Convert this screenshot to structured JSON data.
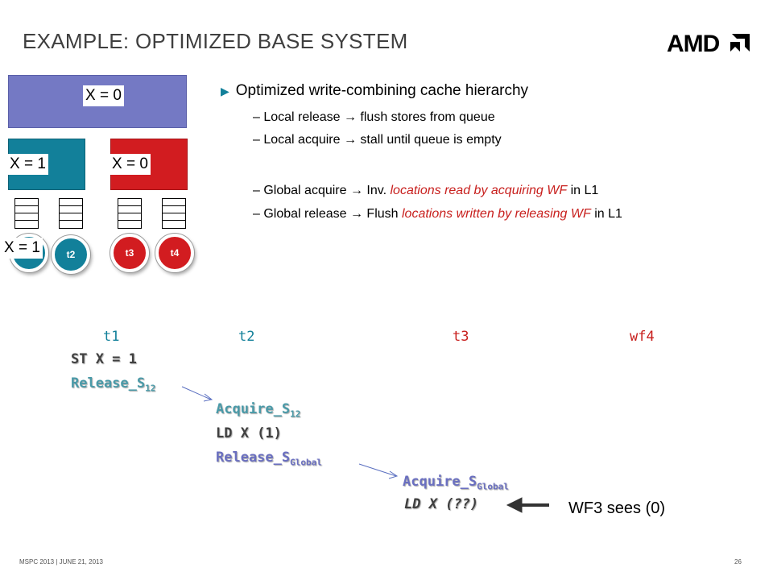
{
  "title": "EXAMPLE: OPTIMIZED BASE SYSTEM",
  "logo": "AMD",
  "diagram": {
    "l2_label": "X = 0",
    "l1_left_label": "X = 1",
    "l1_right_label": "X = 0",
    "thread_t1_label": "X = 1",
    "threads": [
      "t2",
      "t3",
      "t4"
    ],
    "colors": {
      "l2": "#7479c4",
      "teal": "#12809a",
      "red": "#d21c20"
    }
  },
  "bullets": {
    "main": "Optimized write-combining cache hierarchy",
    "sub": [
      {
        "prefix": "–",
        "a": "Local release ",
        "b": " flush stores from queue"
      },
      {
        "prefix": "–",
        "a": "Local acquire ",
        "b": " stall until queue is empty"
      },
      {
        "prefix": "–",
        "a": "Global acquire ",
        "b": " Inv. ",
        "em": "locations read by acquiring WF",
        "c": " in L1"
      },
      {
        "prefix": "–",
        "a": "Global release ",
        "b": " Flush ",
        "em": "locations written by releasing WF",
        "c": " in L1"
      }
    ]
  },
  "code": {
    "headers": [
      "t1",
      "t2",
      "t3",
      "wf4"
    ],
    "st": "ST X = 1",
    "release_s": "Release_S",
    "release_s_sub": "12",
    "acquire_s": "Acquire_S",
    "acquire_s_sub": "12",
    "ld1": "LD X (1)",
    "release_g": "Release_S",
    "release_g_sub": "Global",
    "acquire_g": "Acquire_S",
    "acquire_g_sub": "Global",
    "ld3": "LD X (??)"
  },
  "annotation": "WF3 sees (0)",
  "footer": {
    "left": "MSPC 2013  |  JUNE 21, 2013",
    "page": "26"
  }
}
